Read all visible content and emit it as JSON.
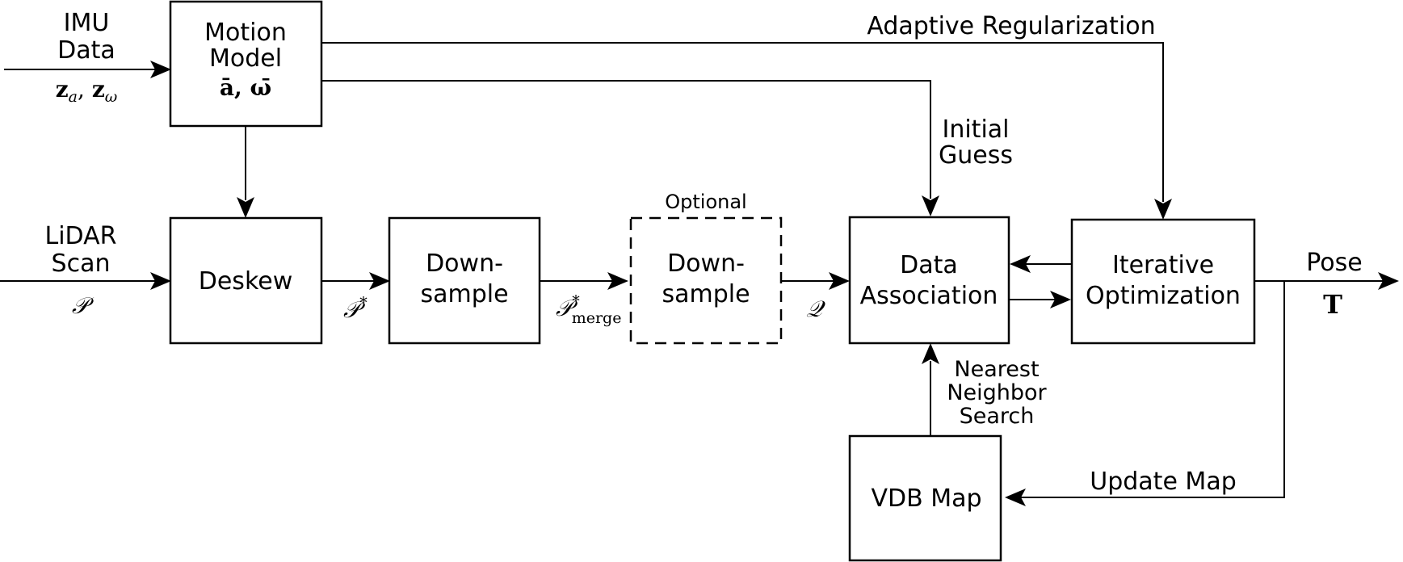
{
  "nodes": {
    "motion_model": {
      "lines": [
        "Motion",
        "Model"
      ],
      "math": "ā, ω̄"
    },
    "deskew": {
      "lines": [
        "Deskew"
      ]
    },
    "downsample_1": {
      "lines": [
        "Down-",
        "sample"
      ]
    },
    "downsample_2": {
      "lines": [
        "Down-",
        "sample"
      ],
      "note": "Optional"
    },
    "data_association": {
      "lines": [
        "Data",
        "Association"
      ]
    },
    "iterative_optimization": {
      "lines": [
        "Iterative",
        "Optimization"
      ]
    },
    "vdb_map": {
      "lines": [
        "VDB Map"
      ]
    }
  },
  "edges": {
    "imu_data": {
      "lines": [
        "IMU",
        "Data"
      ],
      "math_main": "z",
      "math_sub_a": "a",
      "math_sep": ", ",
      "math_sub_b": "ω"
    },
    "lidar_scan": {
      "lines": [
        "LiDAR",
        "Scan"
      ],
      "math": "𝒫"
    },
    "deskewed": {
      "math": "𝒫",
      "sup": "*"
    },
    "merged": {
      "math": "𝒫",
      "sup": "*",
      "sub": "merge"
    },
    "query": {
      "math": "𝒬"
    },
    "adaptive_regularization": {
      "label": "Adaptive Regularization"
    },
    "initial_guess": {
      "lines": [
        "Initial",
        "Guess"
      ]
    },
    "nearest_neighbor": {
      "lines": [
        "Nearest",
        "Neighbor",
        "Search"
      ]
    },
    "pose": {
      "label": "Pose",
      "math": "T"
    },
    "update_map": {
      "label": "Update Map"
    }
  }
}
